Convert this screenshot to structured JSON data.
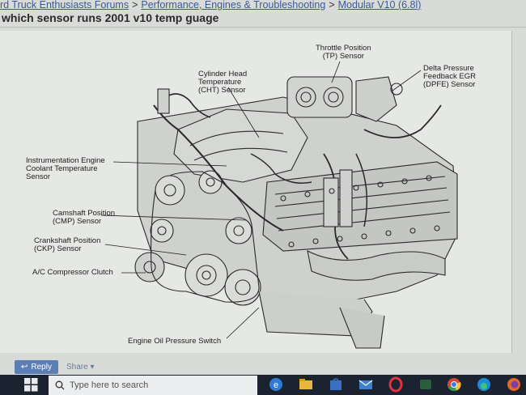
{
  "breadcrumb": {
    "items": [
      "rd Truck Enthusiasts Forums",
      "Performance, Engines & Troubleshooting",
      "Modular V10 (6.8l)"
    ],
    "separator": ">"
  },
  "thread": {
    "title": "which sensor runs 2001 v10 temp guage"
  },
  "diagram": {
    "labels": {
      "tp": [
        "Throttle Position",
        "(TP) Sensor"
      ],
      "cht": [
        "Cylinder Head",
        "Temperature",
        "(CHT) Sensor"
      ],
      "dpfe": [
        "Delta Pressure",
        "Feedback EGR",
        "(DPFE) Sensor"
      ],
      "iect": [
        "Instrumentation Engine",
        "Coolant Temperature",
        "Sensor"
      ],
      "cmp": [
        "Camshaft Position",
        "(CMP) Sensor"
      ],
      "ckp": [
        "Crankshaft Position",
        "(CKP) Sensor"
      ],
      "ac": [
        "A/C Compressor Clutch"
      ],
      "oil": [
        "Engine Oil Pressure Switch"
      ]
    }
  },
  "actions": {
    "reply_label": "Reply",
    "share_label": "Share"
  },
  "taskbar": {
    "search_placeholder": "Type here to search"
  }
}
